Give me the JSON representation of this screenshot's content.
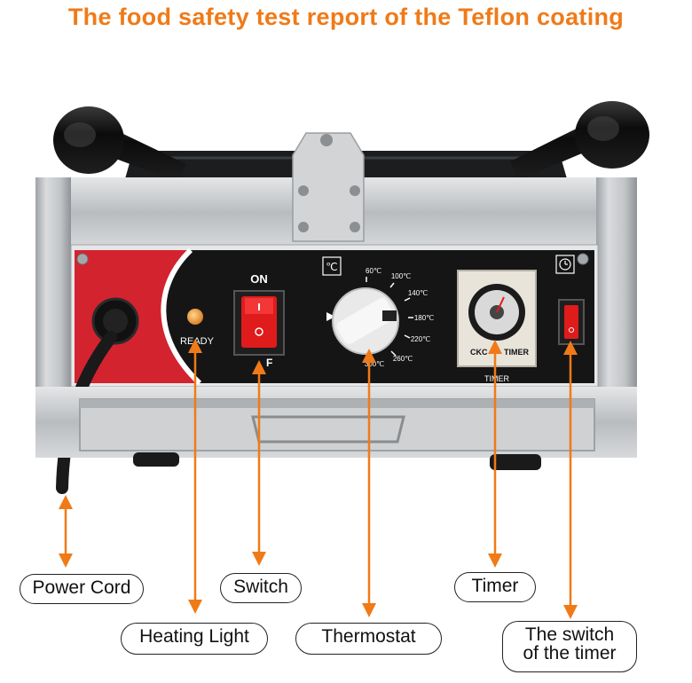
{
  "title": "The food safety test report of the Teflon coating",
  "panel": {
    "ready": "READY",
    "on": "ON",
    "off": "F",
    "temp_icon": "℃",
    "clock_icon": "clock-icon",
    "timer_brand": "CKC",
    "timer_word": "TIMER",
    "timer_label": "TIMER",
    "dial_marks": [
      "60℃",
      "100℃",
      "140℃",
      "180℃",
      "220℃",
      "260℃",
      "300℃"
    ]
  },
  "callouts": {
    "power_cord": "Power Cord",
    "switch": "Switch",
    "timer": "Timer",
    "heating_light": "Heating Light",
    "thermostat": "Thermostat",
    "timer_switch_line1": "The switch",
    "timer_switch_line2": "of the timer"
  },
  "colors": {
    "accent_orange": "#f07a18",
    "panel_red": "#d3232f",
    "panel_black": "#151515",
    "steel": "#c9cbcd",
    "switch_red": "#e01b1b"
  }
}
